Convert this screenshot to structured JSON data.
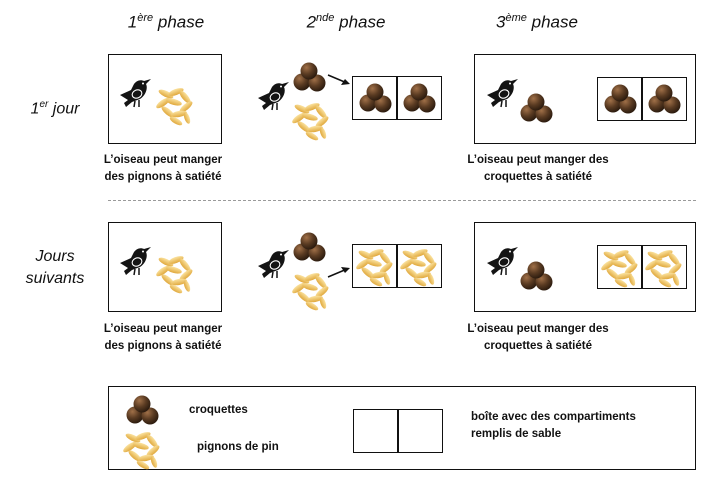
{
  "headers": {
    "phase1": {
      "num": "1",
      "sup": "ère",
      "word": " phase"
    },
    "phase2": {
      "num": "2",
      "sup": "nde",
      "word": " phase"
    },
    "phase3": {
      "num": "3",
      "sup": "ème",
      "word": " phase"
    }
  },
  "rows": {
    "day1": {
      "num": "1",
      "sup": "er",
      "word": " jour"
    },
    "following": {
      "line1": "Jours",
      "line2": "suivants"
    }
  },
  "captions": {
    "pine_line1": "L’oiseau peut manger",
    "pine_line2": "des pignons à satiété",
    "kibble_line1": "L’oiseau peut manger des",
    "kibble_line2": "croquettes  à satiété"
  },
  "legend": {
    "kibble": "croquettes",
    "pine": "pignons de pin",
    "box_line1": "boîte avec des compartiments",
    "box_line2": "remplis de sable"
  },
  "colors": {
    "kibble": "#5a3b22",
    "pine": "#f0c25a",
    "bird": "#141414"
  }
}
